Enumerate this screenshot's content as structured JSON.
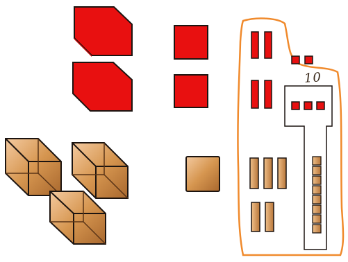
{
  "colors": {
    "red": "#e81010",
    "red_side": "#c40808",
    "tan": "#d79a5a",
    "tan_light": "#f2c48c",
    "tan_dark": "#9b5e2a",
    "outline": "#1c1410",
    "marker": "#f08a2c"
  },
  "shapes": {
    "red_prism_count": 2,
    "red_square_count": 2,
    "wire_cube_count": 3,
    "tan_square_count": 1
  },
  "panel": {
    "label": "10",
    "red_bar_count": 4,
    "red_dot_count": 5,
    "tan_bar_count": 5,
    "tan_cell_count": 8
  }
}
